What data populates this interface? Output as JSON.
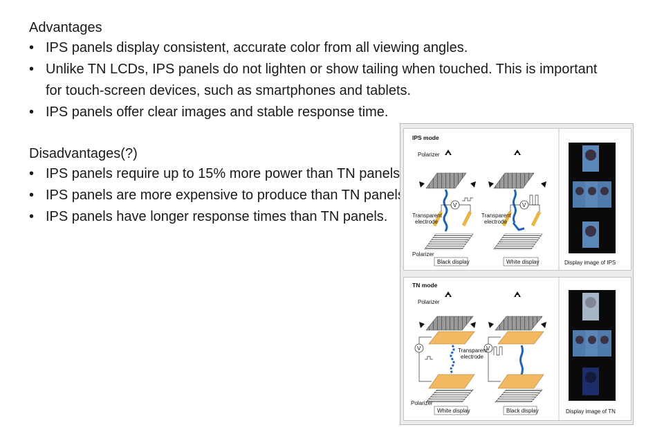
{
  "advantages": {
    "heading": "Advantages",
    "items": [
      "IPS panels display consistent, accurate color from all viewing angles.",
      "Unlike TN LCDs, IPS panels do not lighten or show tailing when touched. This is important for touch-screen devices, such as smartphones and tablets.",
      "IPS panels offer clear images and stable response time."
    ]
  },
  "disadvantages": {
    "heading": "Disadvantages(?)",
    "items": [
      "IPS panels require up to 15% more power than TN panels.",
      "IPS panels are more expensive to produce than TN panels.",
      "IPS panels have longer response times than TN panels."
    ]
  },
  "figure": {
    "ips": {
      "title": "IPS mode",
      "polarizer_top": "Polarizer",
      "polarizer_bottom": "Polarizer",
      "electrode_left_1": "Transparent",
      "electrode_left_2": "electrode",
      "electrode_right_1": "Transparent",
      "electrode_right_2": "electrode",
      "voltage": "V",
      "caption_black": "Black display",
      "caption_white": "White display",
      "caption_image": "Display image of IPS"
    },
    "tn": {
      "title": "TN mode",
      "polarizer_top": "Polarizer",
      "polarizer_bottom": "Polarizer",
      "electrode_1": "Transparent",
      "electrode_2": "electrode",
      "voltage": "V",
      "caption_white": "White display",
      "caption_black": "Black display",
      "caption_image": "Display image of TN"
    }
  }
}
